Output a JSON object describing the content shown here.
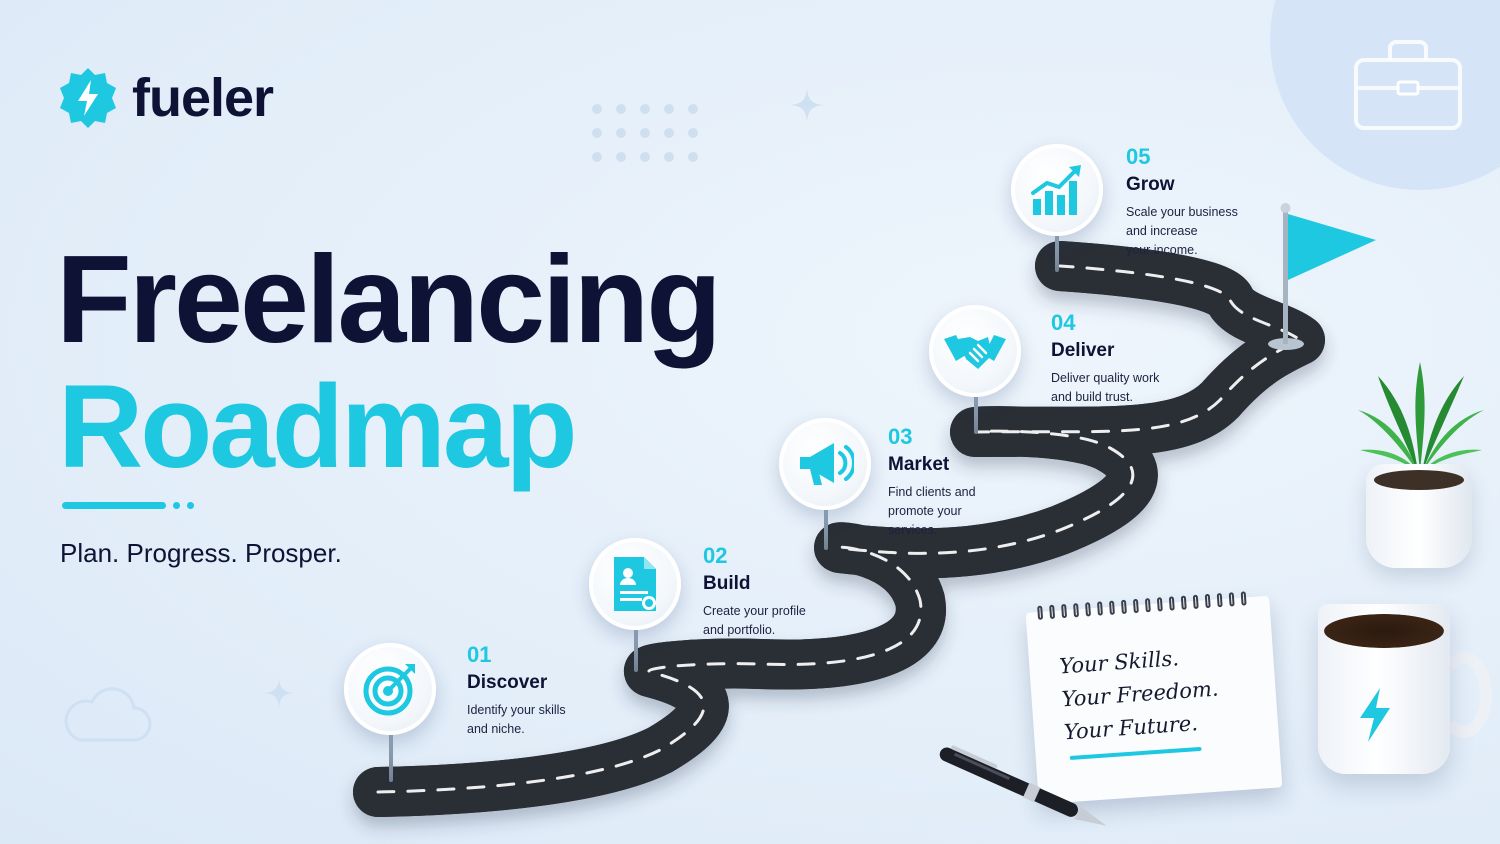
{
  "brand": {
    "name": "fueler",
    "badge_icon": "lightning-badge-icon",
    "accent": "#1ec8e0"
  },
  "hero": {
    "title_line1": "Freelancing",
    "title_line2": "Roadmap",
    "tagline": "Plan. Progress. Prosper."
  },
  "steps": [
    {
      "num": "01",
      "title": "Discover",
      "desc_lines": [
        "Identify your skills",
        "and niche."
      ],
      "icon": "target-icon"
    },
    {
      "num": "02",
      "title": "Build",
      "desc_lines": [
        "Create your profile",
        "and portfolio."
      ],
      "icon": "profile-document-icon"
    },
    {
      "num": "03",
      "title": "Market",
      "desc_lines": [
        "Find clients and",
        "promote your",
        "services."
      ],
      "icon": "megaphone-icon"
    },
    {
      "num": "04",
      "title": "Deliver",
      "desc_lines": [
        "Deliver quality work",
        "and build trust."
      ],
      "icon": "handshake-icon"
    },
    {
      "num": "05",
      "title": "Grow",
      "desc_lines": [
        "Scale your business",
        "and increase",
        "your income."
      ],
      "icon": "growth-chart-icon"
    }
  ],
  "notebook": {
    "lines": [
      "Your Skills.",
      "Your Freedom.",
      "Your Future."
    ]
  },
  "colors": {
    "navy": "#0e1336",
    "cyan": "#1ec8e0",
    "road": "#3a3d44",
    "background": "#e3eef9"
  }
}
